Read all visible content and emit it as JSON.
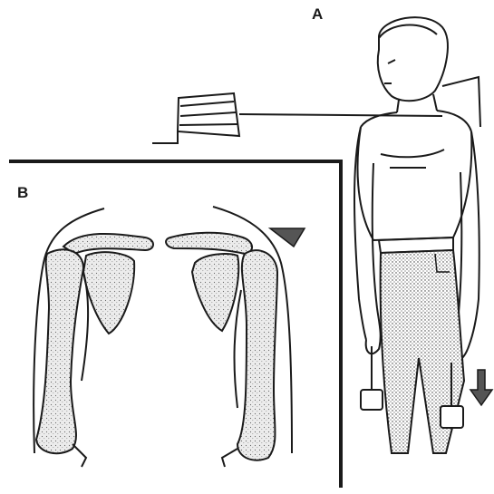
{
  "labels": {
    "panel_a": "A",
    "panel_b": "B"
  },
  "colors": {
    "ink": "#1a1a1a",
    "stipple": "#8c8c8c",
    "bone_fill": "#d9d9d9",
    "arrow": "#555555",
    "background": "#ffffff"
  },
  "icons": {
    "arrow_right_panel": "down-arrow",
    "arrow_right_hand": "down-arrow"
  }
}
